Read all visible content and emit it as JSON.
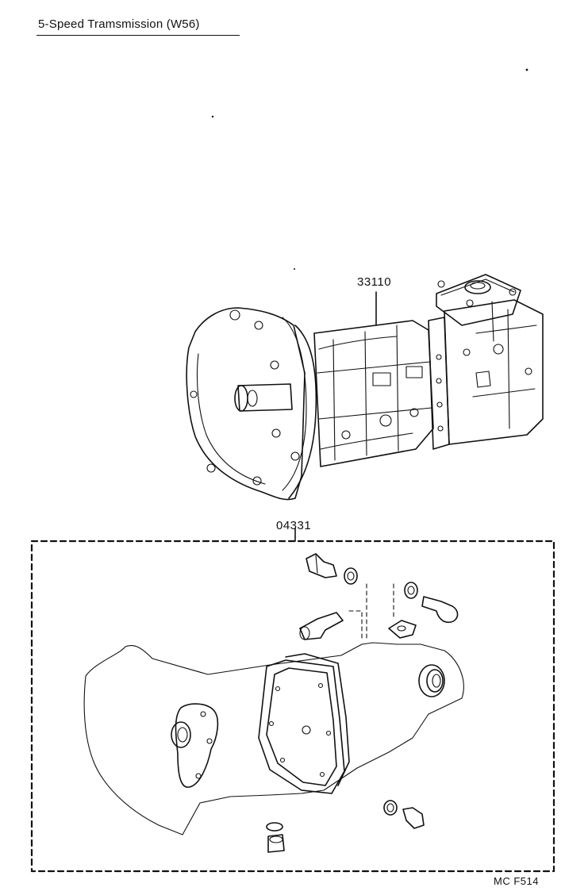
{
  "header": {
    "title": "5-Speed Tramsmission (W56)"
  },
  "parts": {
    "transmission_assembly": {
      "part_number": "33110"
    },
    "gasket_kit": {
      "part_number": "04331"
    }
  },
  "footer": {
    "figure_code": "MC F514"
  },
  "icons": [
    "bolt-icon",
    "washer-icon",
    "bearing-icon",
    "gasket-icon",
    "plug-icon"
  ]
}
